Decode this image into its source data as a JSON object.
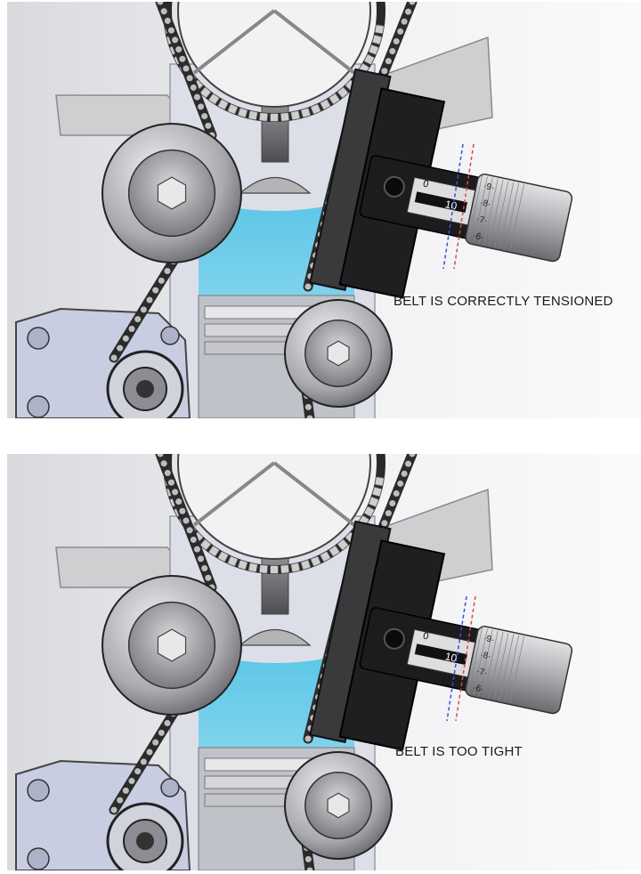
{
  "panels": [
    {
      "caption_prefix": "BELT IS ",
      "caption_status": "CORRECTLY TENSIONED",
      "gauge_labels": [
        "0",
        "10",
        "·9·",
        "·8·",
        "·7·",
        "·6·"
      ]
    },
    {
      "caption_prefix": "BELT IS ",
      "caption_status": "TOO TIGHT",
      "gauge_labels": [
        "0",
        "10",
        "·9·",
        "·8·",
        "·7·",
        "·6·"
      ]
    }
  ],
  "colors": {
    "background_light": "#f1f2f4",
    "coolant_blue": "#7fd3ec",
    "belt": "#2b2b2b",
    "pulley_dark": "#4a4a4e",
    "pulley_light": "#d8d8dc",
    "guide_red": "#d8484e",
    "guide_blue": "#3a4fd6",
    "engine_panel": "#c8cde2"
  }
}
